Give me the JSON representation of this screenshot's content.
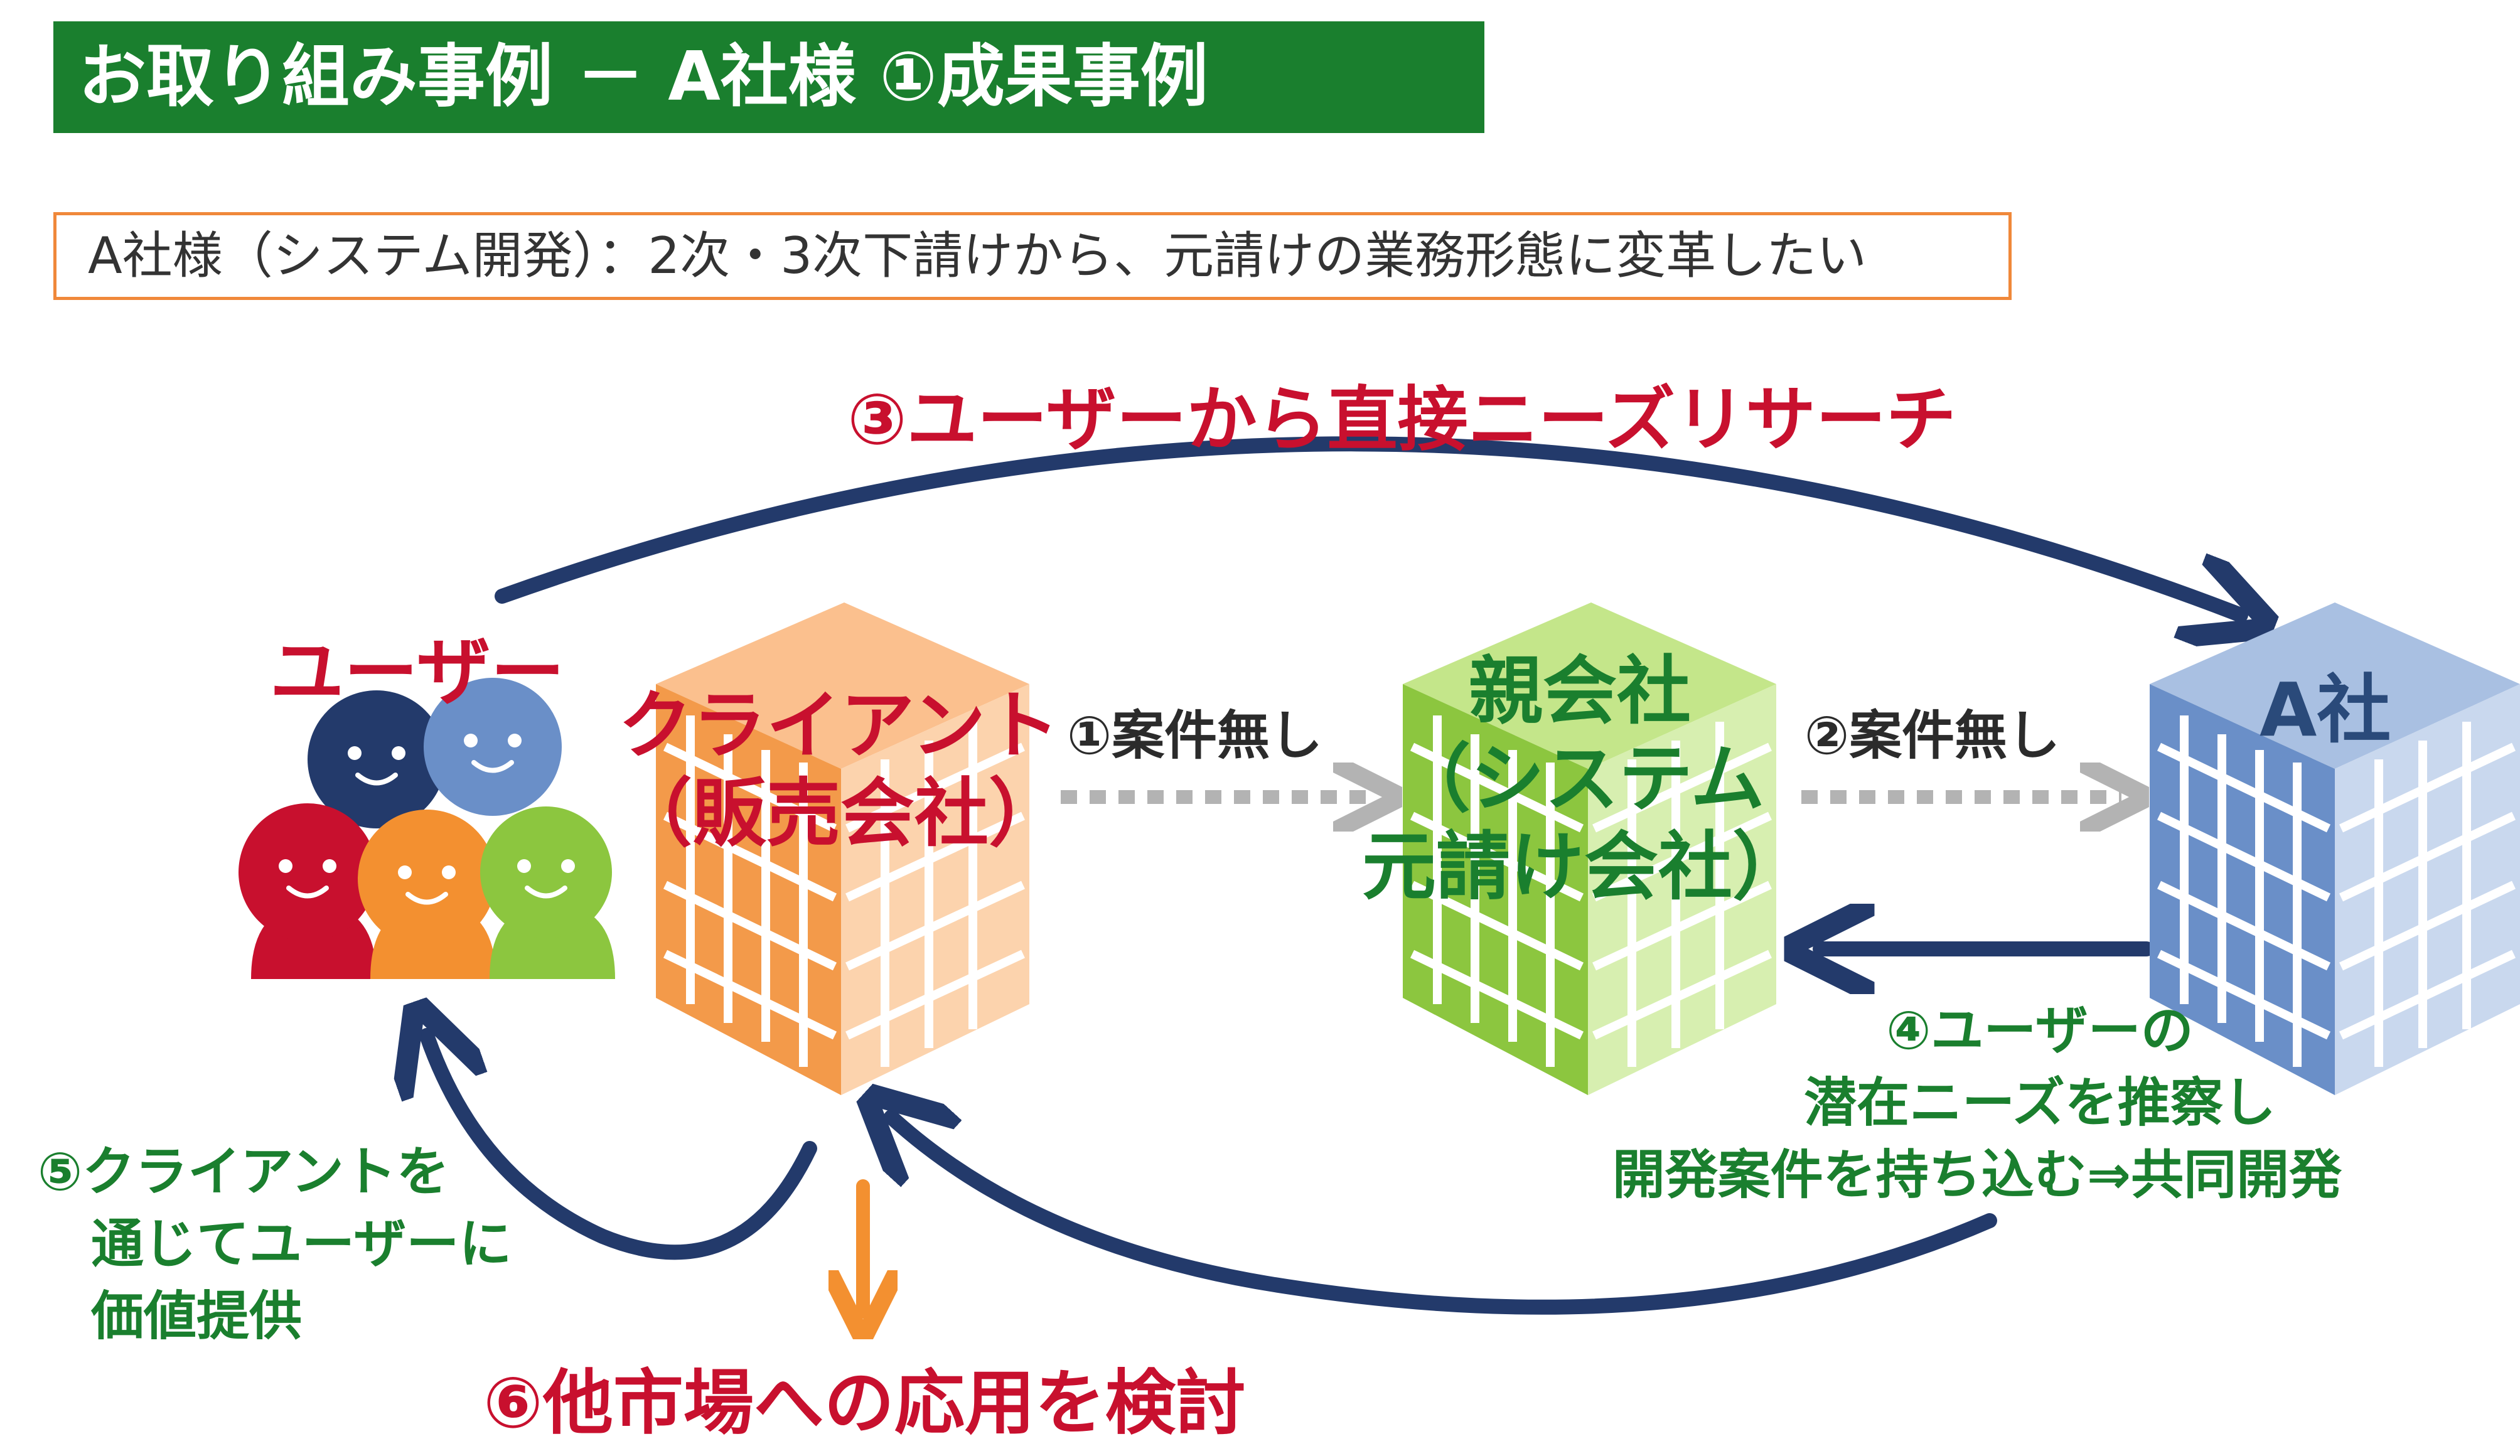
{
  "title": "お取り組み事例 － A社様 ①成果事例",
  "subtitle": "A社様（システム開発）：2次・3次下請けから、元請けの業務形態に変革したい",
  "labels": {
    "step3": "③ユーザーから直接ニーズリサーチ",
    "users": "ユーザー",
    "client_line1": "クライアント",
    "client_line2": "（販売会社）",
    "parent_line1": "親会社",
    "parent_line2": "（システム",
    "parent_line3": "元請け会社）",
    "company_a": "A社",
    "step1": "①案件無し",
    "step2": "②案件無し",
    "step4_line1": "④ユーザーの",
    "step4_line2": "潜在ニーズを推察し",
    "step4_line3": "開発案件を持ち込む⇒共同開発",
    "step5_line1": "⑤クライアントを",
    "step5_line2": "通じてユーザーに",
    "step5_line3": "価値提供",
    "step6": "⑥他市場への応用を検討"
  },
  "colors": {
    "title_bg": "#1a7f2e",
    "subtitle_border": "#f0883a",
    "accent_red": "#c8102e",
    "accent_green": "#1a7f2e",
    "arrow_navy": "#233a6b",
    "arrow_gray": "#b3b3b3",
    "arrow_orange": "#f39030",
    "client_building": "#f39a4a",
    "parent_building": "#8cc63f",
    "a_building": "#6a8fc8"
  }
}
